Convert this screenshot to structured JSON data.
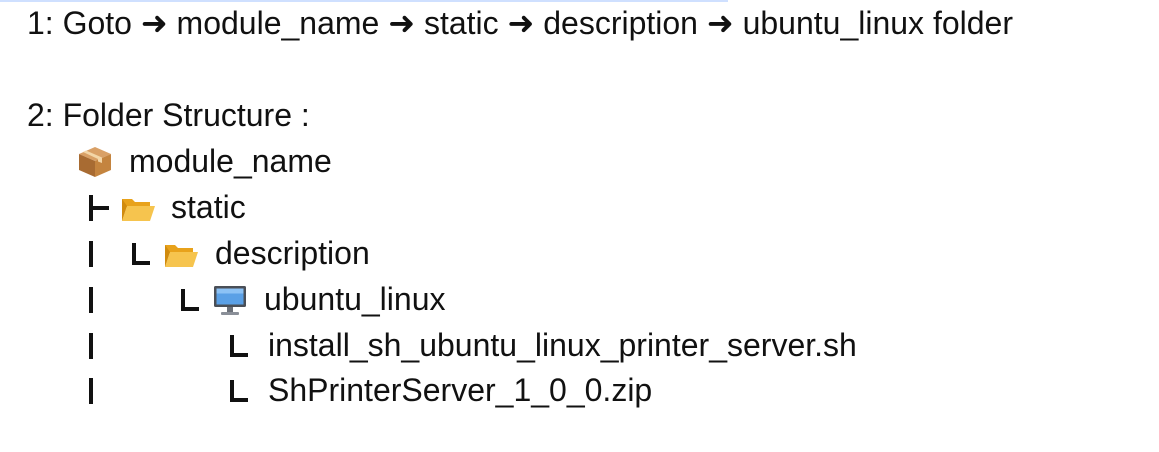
{
  "step1": {
    "number": "1:",
    "path": [
      {
        "label": "Goto"
      },
      {
        "label": "module_name"
      },
      {
        "label": "static"
      },
      {
        "label": "description"
      },
      {
        "label": "ubuntu_linux folder"
      }
    ]
  },
  "step2": {
    "label": "2:  Folder Structure :"
  },
  "tree": {
    "root": {
      "icon": "package-icon",
      "label": "module_name"
    },
    "static": {
      "icon": "open-folder-icon",
      "label": "static"
    },
    "description": {
      "icon": "open-folder-icon",
      "label": "description"
    },
    "ubuntu": {
      "icon": "desktop-computer-icon",
      "label": "ubuntu_linux"
    },
    "files": [
      {
        "label": "install_sh_ubuntu_linux_printer_server.sh"
      },
      {
        "label": "ShPrinterServer_1_0_0.zip"
      }
    ]
  }
}
